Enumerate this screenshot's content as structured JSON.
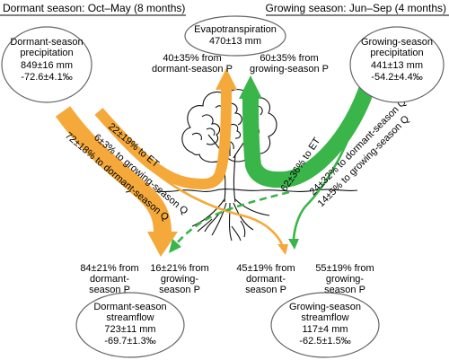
{
  "header": {
    "dormant": "Dormant season: Oct–May (8 months)",
    "growing": "Growing season: Jun–Sep (4 months)"
  },
  "boxes": {
    "dormant_precip": {
      "l1": "Dormant-season",
      "l2": "precipitation",
      "l3": "849±16 mm",
      "l4": "-72.6±4.1‰"
    },
    "et": {
      "l1": "Evapotranspiration",
      "l2": "470±13 mm"
    },
    "growing_precip": {
      "l1": "Growing-season",
      "l2": "precipitation",
      "l3": "441±13 mm",
      "l4": "-54.2±4.4‰"
    },
    "dormant_q": {
      "l1": "Dormant-season",
      "l2": "streamflow",
      "l3": "723±11 mm",
      "l4": "-69.7±1.3‰"
    },
    "growing_q": {
      "l1": "Growing-season",
      "l2": "streamflow",
      "l3": "117±4 mm",
      "l4": "-62.5±1.5‰"
    }
  },
  "et_sources": {
    "dormant_l1": "40±35% from",
    "dormant_l2": "dormant-season P",
    "growing_l1": "60±35% from",
    "growing_l2": "growing-season P"
  },
  "flow_labels": {
    "d_to_et": "22±19% to ET",
    "d_to_gq": "6±3% to growing-season Q",
    "d_to_dq": "72±18% to dormant-season Q",
    "g_to_et": "62±36% to ET",
    "g_to_dq": "24±32% to dormant-season Q",
    "g_to_gq": "14±5% to growing-season Q"
  },
  "q_sources": {
    "dq_d_l1": "84±21% from",
    "dq_d_l2": "dormant-",
    "dq_d_l3": "season P",
    "dq_g_l1": "16±21% from",
    "dq_g_l2": "growing-",
    "dq_g_l3": "season P",
    "gq_d_l1": "45±19% from",
    "gq_d_l2": "dormant-",
    "gq_d_l3": "season P",
    "gq_g_l1": "55±19% from",
    "gq_g_l2": "growing-",
    "gq_g_l3": "season P"
  },
  "colors": {
    "dormant": "#f5a93b",
    "growing": "#3ab54a",
    "ink": "#111111"
  }
}
